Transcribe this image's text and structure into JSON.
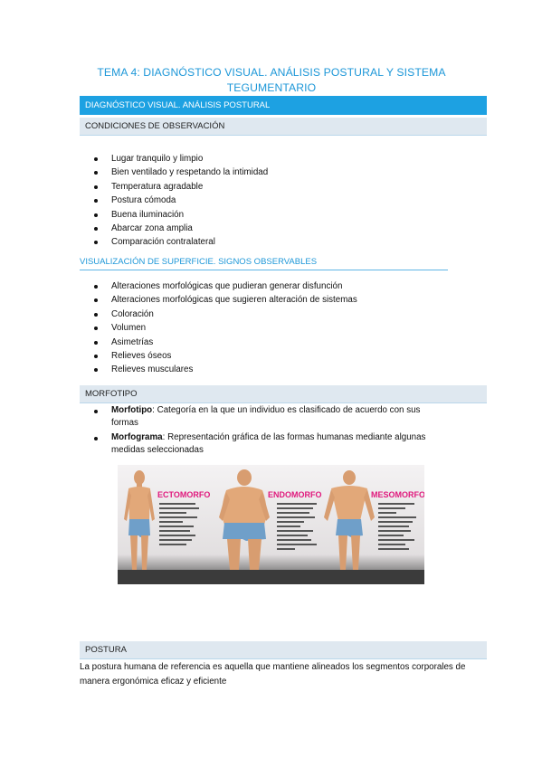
{
  "title": "TEMA 4: DIAGNÓSTICO VISUAL. ANÁLISIS POSTURAL Y SISTEMA TEGUMENTARIO",
  "section1_bar": "DIAGNÓSTICO VISUAL. ANÁLISIS POSTURAL",
  "conditions_bar": "CONDICIONES DE OBSERVACIÓN",
  "conditions_items": [
    "Lugar tranquilo y limpio",
    "Bien ventilado y respetando la intimidad",
    "Temperatura agradable",
    "Postura cómoda",
    "Buena iluminación",
    "Abarcar zona amplia",
    "Comparación contralateral"
  ],
  "surface_heading": "VISUALIZACIÓN DE SUPERFICIE. SIGNOS OBSERVABLES",
  "surface_items": [
    "Alteraciones morfológicas que pudieran generar disfunción",
    "Alteraciones morfológicas que sugieren alteración de sistemas",
    "Coloración",
    "Volumen",
    "Asimetrías",
    "Relieves óseos",
    "Relieves musculares"
  ],
  "morfotipo_bar": "MORFOTIPO",
  "morfotipo_items": [
    {
      "term": "Morfotipo",
      "text": ": Categoría en la que un individuo es clasificado de acuerdo con sus formas"
    },
    {
      "term": "Morfograma",
      "text": ": Representación gráfica de las formas humanas mediante algunas medidas seleccionadas"
    }
  ],
  "figure": {
    "labels": [
      "ECTOMORFO",
      "ENDOMORFO",
      "MESOMORFO"
    ],
    "colors": {
      "ecto": "#e0197d",
      "endo": "#e0197d",
      "meso": "#e0197d",
      "skin": "#e2a879",
      "shorts": "#6f9fc9"
    }
  },
  "postura_bar": "POSTURA",
  "postura_text": "La postura humana de referencia es aquella que mantiene alineados los segmentos corporales de manera ergonómica eficaz y eficiente",
  "colors": {
    "accent": "#1da1e2",
    "grey_bar": "#dfe8f0"
  }
}
